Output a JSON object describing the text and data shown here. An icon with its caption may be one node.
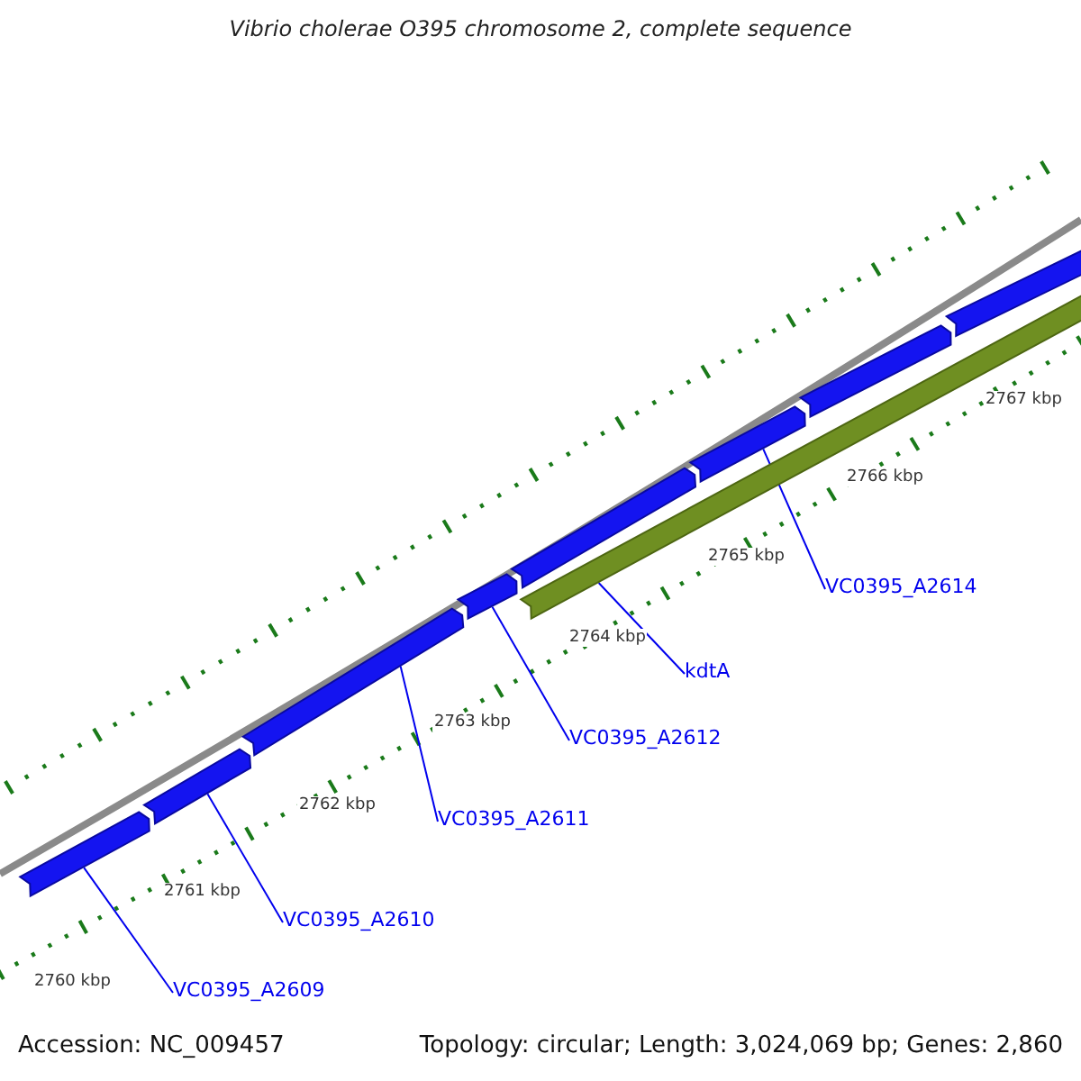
{
  "diagram": {
    "title": "Vibrio cholerae O395 chromosome 2, complete sequence",
    "nodes": [
      {
        "text": [],
        "shape": "bar"
      },
      {
        "text": [],
        "shape": "bar"
      },
      {
        "text": [],
        "shape": "bar"
      },
      {
        "text": [],
        "shape": "bar"
      },
      {
        "text": [],
        "shape": "bar"
      },
      {
        "text": [],
        "shape": "bar"
      },
      {
        "text": [],
        "shape": "bar"
      },
      {
        "text": [],
        "shape": "bar"
      },
      {
        "text": [],
        "shape": "bar"
      },
      {
        "text": [
          "VC0395_A2609"
        ]
      },
      {
        "text": [
          "VC0395_A2610"
        ]
      },
      {
        "text": [
          "VC0395_A2611"
        ]
      },
      {
        "text": [
          "VC0395_A2612"
        ]
      },
      {
        "text": [
          "kdtA"
        ]
      },
      {
        "text": [
          "VC0395_A2614"
        ]
      }
    ],
    "edges": [
      {
        "from": 9,
        "to": 0,
        "arrow": "none"
      },
      {
        "from": 10,
        "to": 1,
        "arrow": "none"
      },
      {
        "from": 11,
        "to": 2,
        "arrow": "none"
      },
      {
        "from": 12,
        "to": 3,
        "arrow": "none"
      },
      {
        "from": 13,
        "to": 8,
        "arrow": "none"
      },
      {
        "from": 14,
        "to": 5,
        "arrow": "none"
      }
    ],
    "labels": [
      "2767 kbp",
      "2766 kbp",
      "2765 kbp",
      "2764 kbp",
      "2763 kbp",
      "2762 kbp",
      "2761 kbp",
      "2760 kbp",
      "Accession: NC_009457",
      "Topology: circular; Length: 3,024,069 bp; Genes: 2,860"
    ]
  }
}
